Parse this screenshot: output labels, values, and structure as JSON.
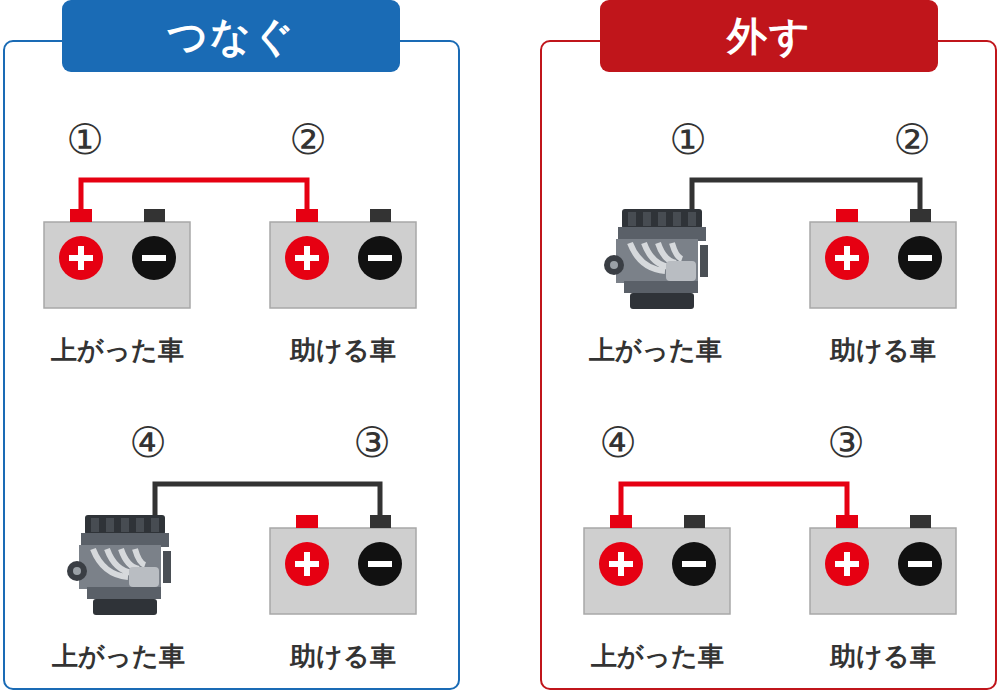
{
  "diagram": {
    "nodes": [
      {
        "text": [
          "つなぐ"
        ]
      },
      {
        "text": [
          "上がった車"
        ],
        "in": 0
      },
      {
        "text": [
          "助ける車"
        ],
        "in": 0
      },
      {
        "text": [
          "上がった車"
        ],
        "in": 0
      },
      {
        "text": [
          "助ける車"
        ],
        "in": 0
      },
      {
        "text": [
          "外す"
        ]
      },
      {
        "text": [
          "上がった車"
        ],
        "in": 5
      },
      {
        "text": [
          "助ける車"
        ],
        "in": 5
      },
      {
        "text": [
          "上がった車"
        ],
        "in": 5
      },
      {
        "text": [
          "助ける車"
        ],
        "in": 5
      }
    ],
    "edges": [
      {
        "from": 1,
        "to": 2,
        "arrow": "none"
      },
      {
        "from": 3,
        "to": 4,
        "arrow": "none"
      },
      {
        "from": 6,
        "to": 7,
        "arrow": "none"
      },
      {
        "from": 8,
        "to": 9,
        "arrow": "none"
      }
    ],
    "labels": [
      "①",
      "②",
      "④",
      "③",
      "①",
      "②",
      "④",
      "③"
    ]
  }
}
